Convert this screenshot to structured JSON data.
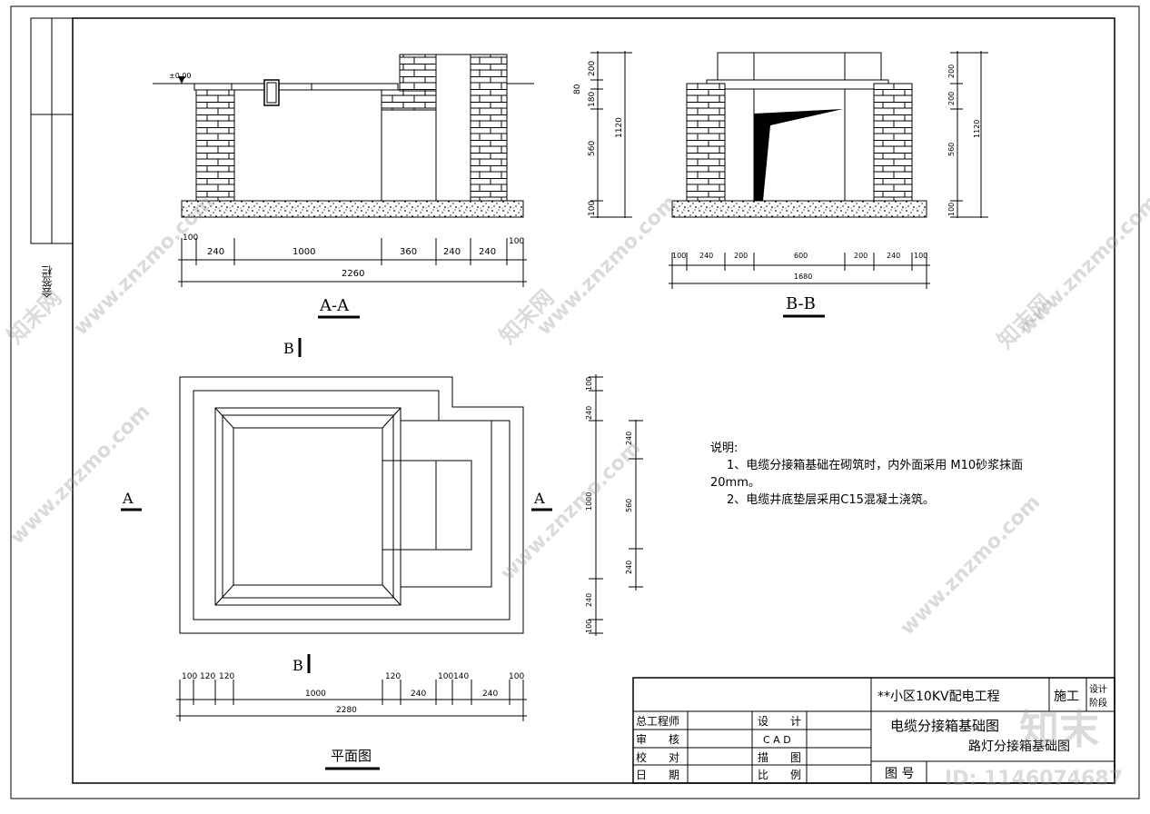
{
  "sidebar": {
    "label": "会签栏"
  },
  "section_aa": {
    "title": "A-A",
    "level_mark": "±0.00",
    "dims_top": [
      "100",
      "240",
      "1000",
      "360",
      "240",
      "240",
      "100"
    ],
    "dim_total": "2260"
  },
  "section_bb": {
    "title": "B-B",
    "dims_left": [
      "200",
      "180",
      "80",
      "560",
      "100"
    ],
    "dim_left_total": "1120",
    "dims_right": [
      "200",
      "200",
      "560",
      "100"
    ],
    "dim_right_total": "1120",
    "dims_bottom": [
      "100",
      "240",
      "200",
      "600",
      "200",
      "240",
      "100"
    ],
    "dim_total": "1680"
  },
  "plan": {
    "title": "平面图",
    "section_marks": {
      "b_top": "B",
      "b_bottom": "B",
      "a_left": "A",
      "a_right": "A"
    },
    "dims_bottom": [
      "100",
      "120",
      "120",
      "1000",
      "120",
      "240",
      "100",
      "140",
      "240",
      "100"
    ],
    "dim_total": "2280",
    "dims_side_outer": [
      "100",
      "240",
      "1000",
      "240",
      "100"
    ],
    "dims_side_inner": [
      "240",
      "560",
      "240"
    ]
  },
  "notes": {
    "heading": "说明:",
    "line1": "1、电缆分接箱基础在砌筑时，内外面采用 M10砂浆抹面",
    "line1b": "20mm。",
    "line2": "2、电缆井底垫层采用C15混凝土浇筑。"
  },
  "title_block": {
    "project": "**小区10KV配电工程",
    "stage": "施工",
    "stage_label_1": "设计",
    "stage_label_2": "阶段",
    "chief_engineer": "总工程师",
    "review": "审　　核",
    "check": "校　　对",
    "date": "日　　期",
    "design": "设　　计",
    "cad": "C A D",
    "drawing": "描　　图",
    "scale": "比　　例",
    "title_1": "电缆分接箱基础图",
    "title_2": "路灯分接箱基础图",
    "drawing_no": "图 号"
  },
  "watermarks": {
    "site": "www.znzmo.com",
    "brand": "知末网",
    "logo": "知末",
    "id": "ID: 1146074687"
  }
}
